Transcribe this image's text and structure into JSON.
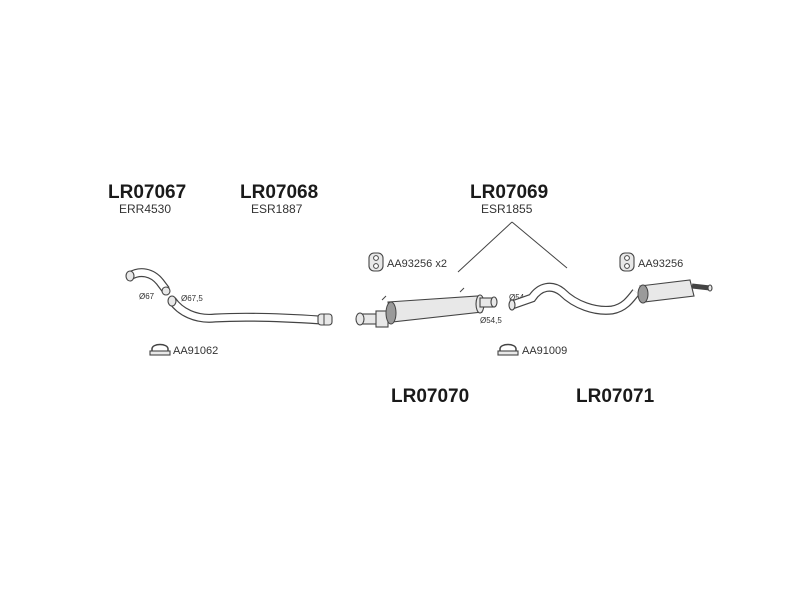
{
  "parts": {
    "lr07067": {
      "number": "LR07067",
      "code": "ERR4530"
    },
    "lr07068": {
      "number": "LR07068",
      "code": "ESR1887"
    },
    "lr07069": {
      "number": "LR07069",
      "code": "ESR1855"
    },
    "lr07070": {
      "number": "LR07070"
    },
    "lr07071": {
      "number": "LR07071"
    }
  },
  "clamps": {
    "aa91062": "AA91062",
    "aa93256_x2": "AA93256 x2",
    "aa91009": "AA91009",
    "aa93256": "AA93256"
  },
  "dimensions": {
    "d67": "Ø67",
    "d67_5": "Ø67,5",
    "d54_5": "Ø54,5",
    "d54": "Ø54"
  },
  "icons": {
    "rubber_hanger": "rubber-hanger-icon",
    "clamp": "exhaust-clamp-icon"
  }
}
